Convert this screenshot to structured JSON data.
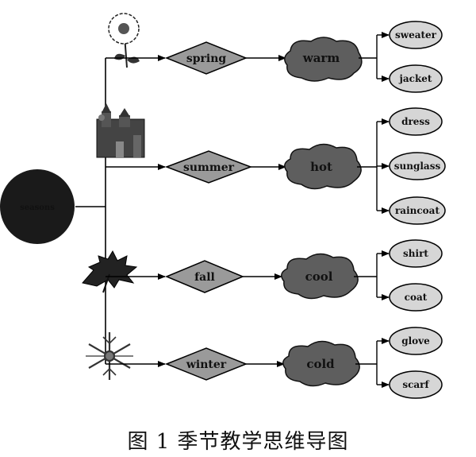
{
  "root": {
    "label": "seasons"
  },
  "seasons": [
    {
      "label": "spring",
      "feeling": "warm",
      "clothes": [
        "sweater",
        "jacket"
      ],
      "picture_icon": "flower-icon"
    },
    {
      "label": "summer",
      "feeling": "hot",
      "clothes": [
        "dress",
        "sunglass",
        "raincoat"
      ],
      "picture_icon": "castle-icon"
    },
    {
      "label": "fall",
      "feeling": "cool",
      "clothes": [
        "shirt",
        "coat"
      ],
      "picture_icon": "maple-leaf-icon"
    },
    {
      "label": "winter",
      "feeling": "cold",
      "clothes": [
        "glove",
        "scarf"
      ],
      "picture_icon": "snowflake-icon"
    }
  ],
  "caption": "图 1 季节教学思维导图",
  "colors": {
    "root": "#1a1a1a",
    "diamond": "#9a9a9a",
    "cloud": "#5e5e5e",
    "ellipse": "#d6d6d6",
    "line": "#000000"
  }
}
